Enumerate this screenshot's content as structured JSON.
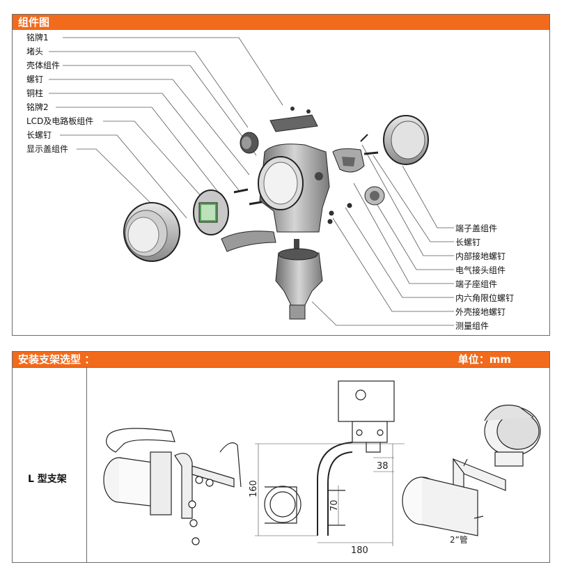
{
  "section1": {
    "title": "组件图",
    "left_labels": [
      "铭牌1",
      "堵头",
      "壳体组件",
      "螺钉",
      "铜柱",
      "铭牌2",
      "LCD及电路板组件",
      "长螺钉",
      "显示盖组件"
    ],
    "right_labels": [
      "端子盖组件",
      "长螺钉",
      "内部接地螺钉",
      "电气接头组件",
      "端子座组件",
      "内六角限位螺钉",
      "外壳接地螺钉",
      "测量组件"
    ]
  },
  "section2": {
    "title": "安装支架选型 ：",
    "unit": "单位：mm",
    "row_label": "L 型支架",
    "dims": [
      "38",
      "160",
      "70",
      "180"
    ],
    "pipe_label": "2”管"
  },
  "colors": {
    "header": "#f26a1b",
    "border": "#6b6b6b",
    "line": "#333333"
  }
}
